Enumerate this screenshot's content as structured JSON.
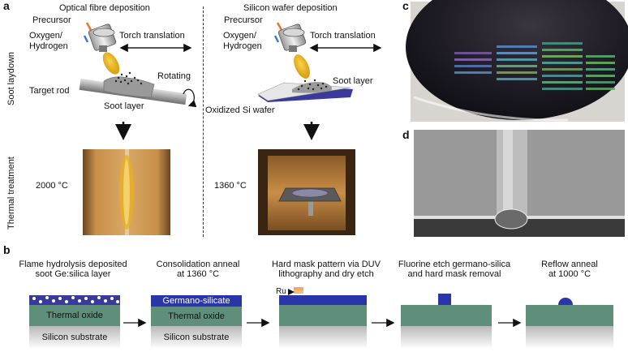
{
  "panel_a": {
    "letter": "a",
    "row_labels": {
      "laydown": "Soot laydown",
      "thermal": "Thermal treatment"
    },
    "fibre": {
      "title": "Optical fibre deposition",
      "precursor": "Precursor",
      "oxygen": "Oxygen/",
      "hydrogen": "Hydrogen",
      "torch": "Torch translation",
      "rotating": "Rotating",
      "target_rod": "Target rod",
      "soot_layer": "Soot layer",
      "temperature": "2000 °C"
    },
    "wafer": {
      "title": "Silicon wafer deposition",
      "precursor": "Precursor",
      "oxygen": "Oxygen/",
      "hydrogen": "Hydrogen",
      "torch": "Torch translation",
      "soot_layer": "Soot layer",
      "oxidized_wafer": "Oxidized Si wafer",
      "temperature": "1360 °C"
    }
  },
  "panel_b": {
    "letter": "b",
    "steps": [
      {
        "line1": "Flame hydrolysis deposited",
        "line2": "soot Ge:silica layer"
      },
      {
        "line1": "Consolidation anneal",
        "line2": "at 1360 °C"
      },
      {
        "line1": "Hard mask pattern via DUV",
        "line2": "lithography and dry etch"
      },
      {
        "line1": "Fluorine etch germano-silica",
        "line2": "and hard mask removal"
      },
      {
        "line1": "Reflow anneal",
        "line2": "at 1000 °C"
      }
    ],
    "layers": {
      "germano": "Germano-silicate",
      "thermal_oxide": "Thermal oxide",
      "silicon": "Silicon substrate",
      "ru": "Ru"
    }
  },
  "panel_c": {
    "letter": "c"
  },
  "panel_d": {
    "letter": "d"
  },
  "colors": {
    "oxide": "#5f8f7a",
    "germano": "#2a36a8",
    "silicon": "#c9c9c9",
    "furnace": "#c8904a",
    "flame": "#e8b020"
  }
}
